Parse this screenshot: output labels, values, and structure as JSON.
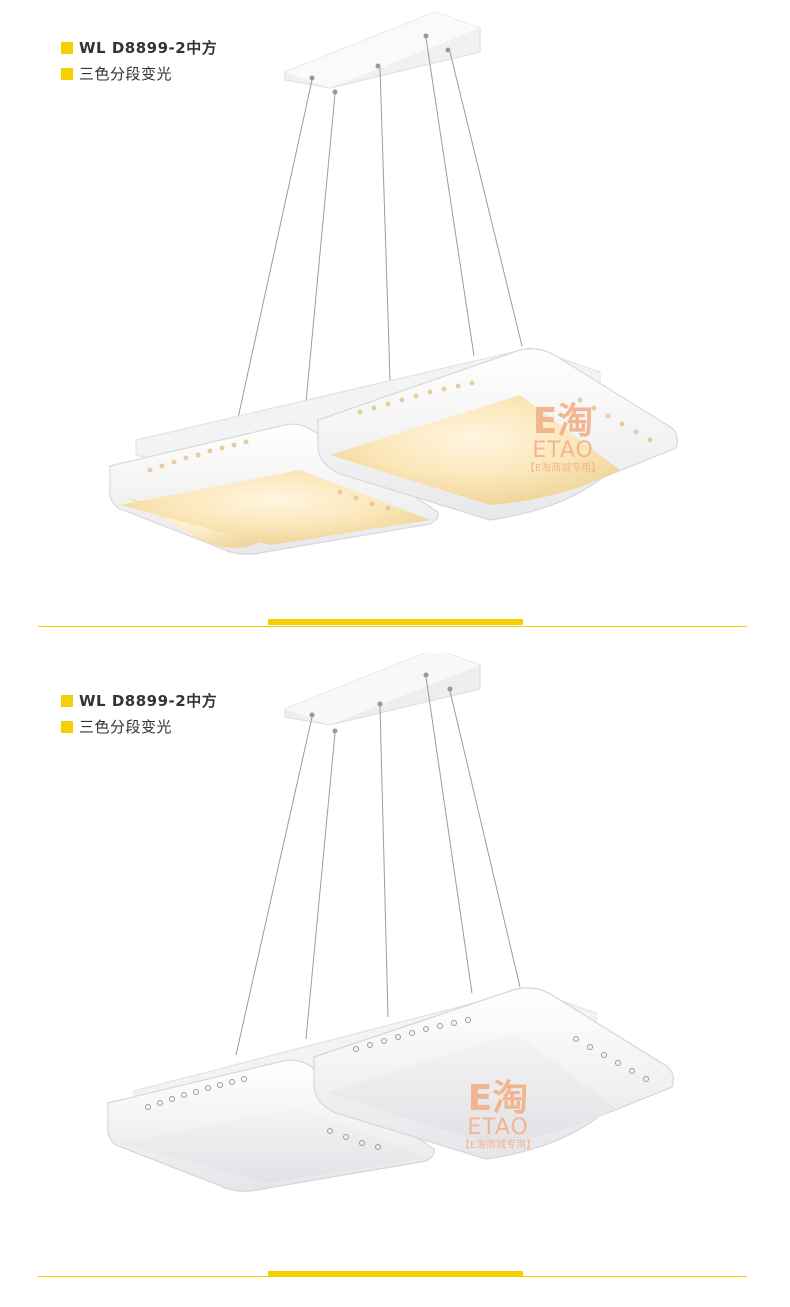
{
  "colors": {
    "accent": "#f5cf00",
    "text": "#333333",
    "watermark": "#f3b58f"
  },
  "sections": [
    {
      "model_label": "WL D8899-2中方",
      "feature_label": "三色分段变光",
      "state": "lit",
      "watermark": {
        "logo": "E淘",
        "name": "ETAO",
        "tag": "【E淘商城专用】"
      }
    },
    {
      "model_label": "WL D8899-2中方",
      "feature_label": "三色分段变光",
      "state": "unlit",
      "watermark": {
        "logo": "E淘",
        "name": "ETAO",
        "tag": "【E淘商城专用】"
      }
    }
  ]
}
